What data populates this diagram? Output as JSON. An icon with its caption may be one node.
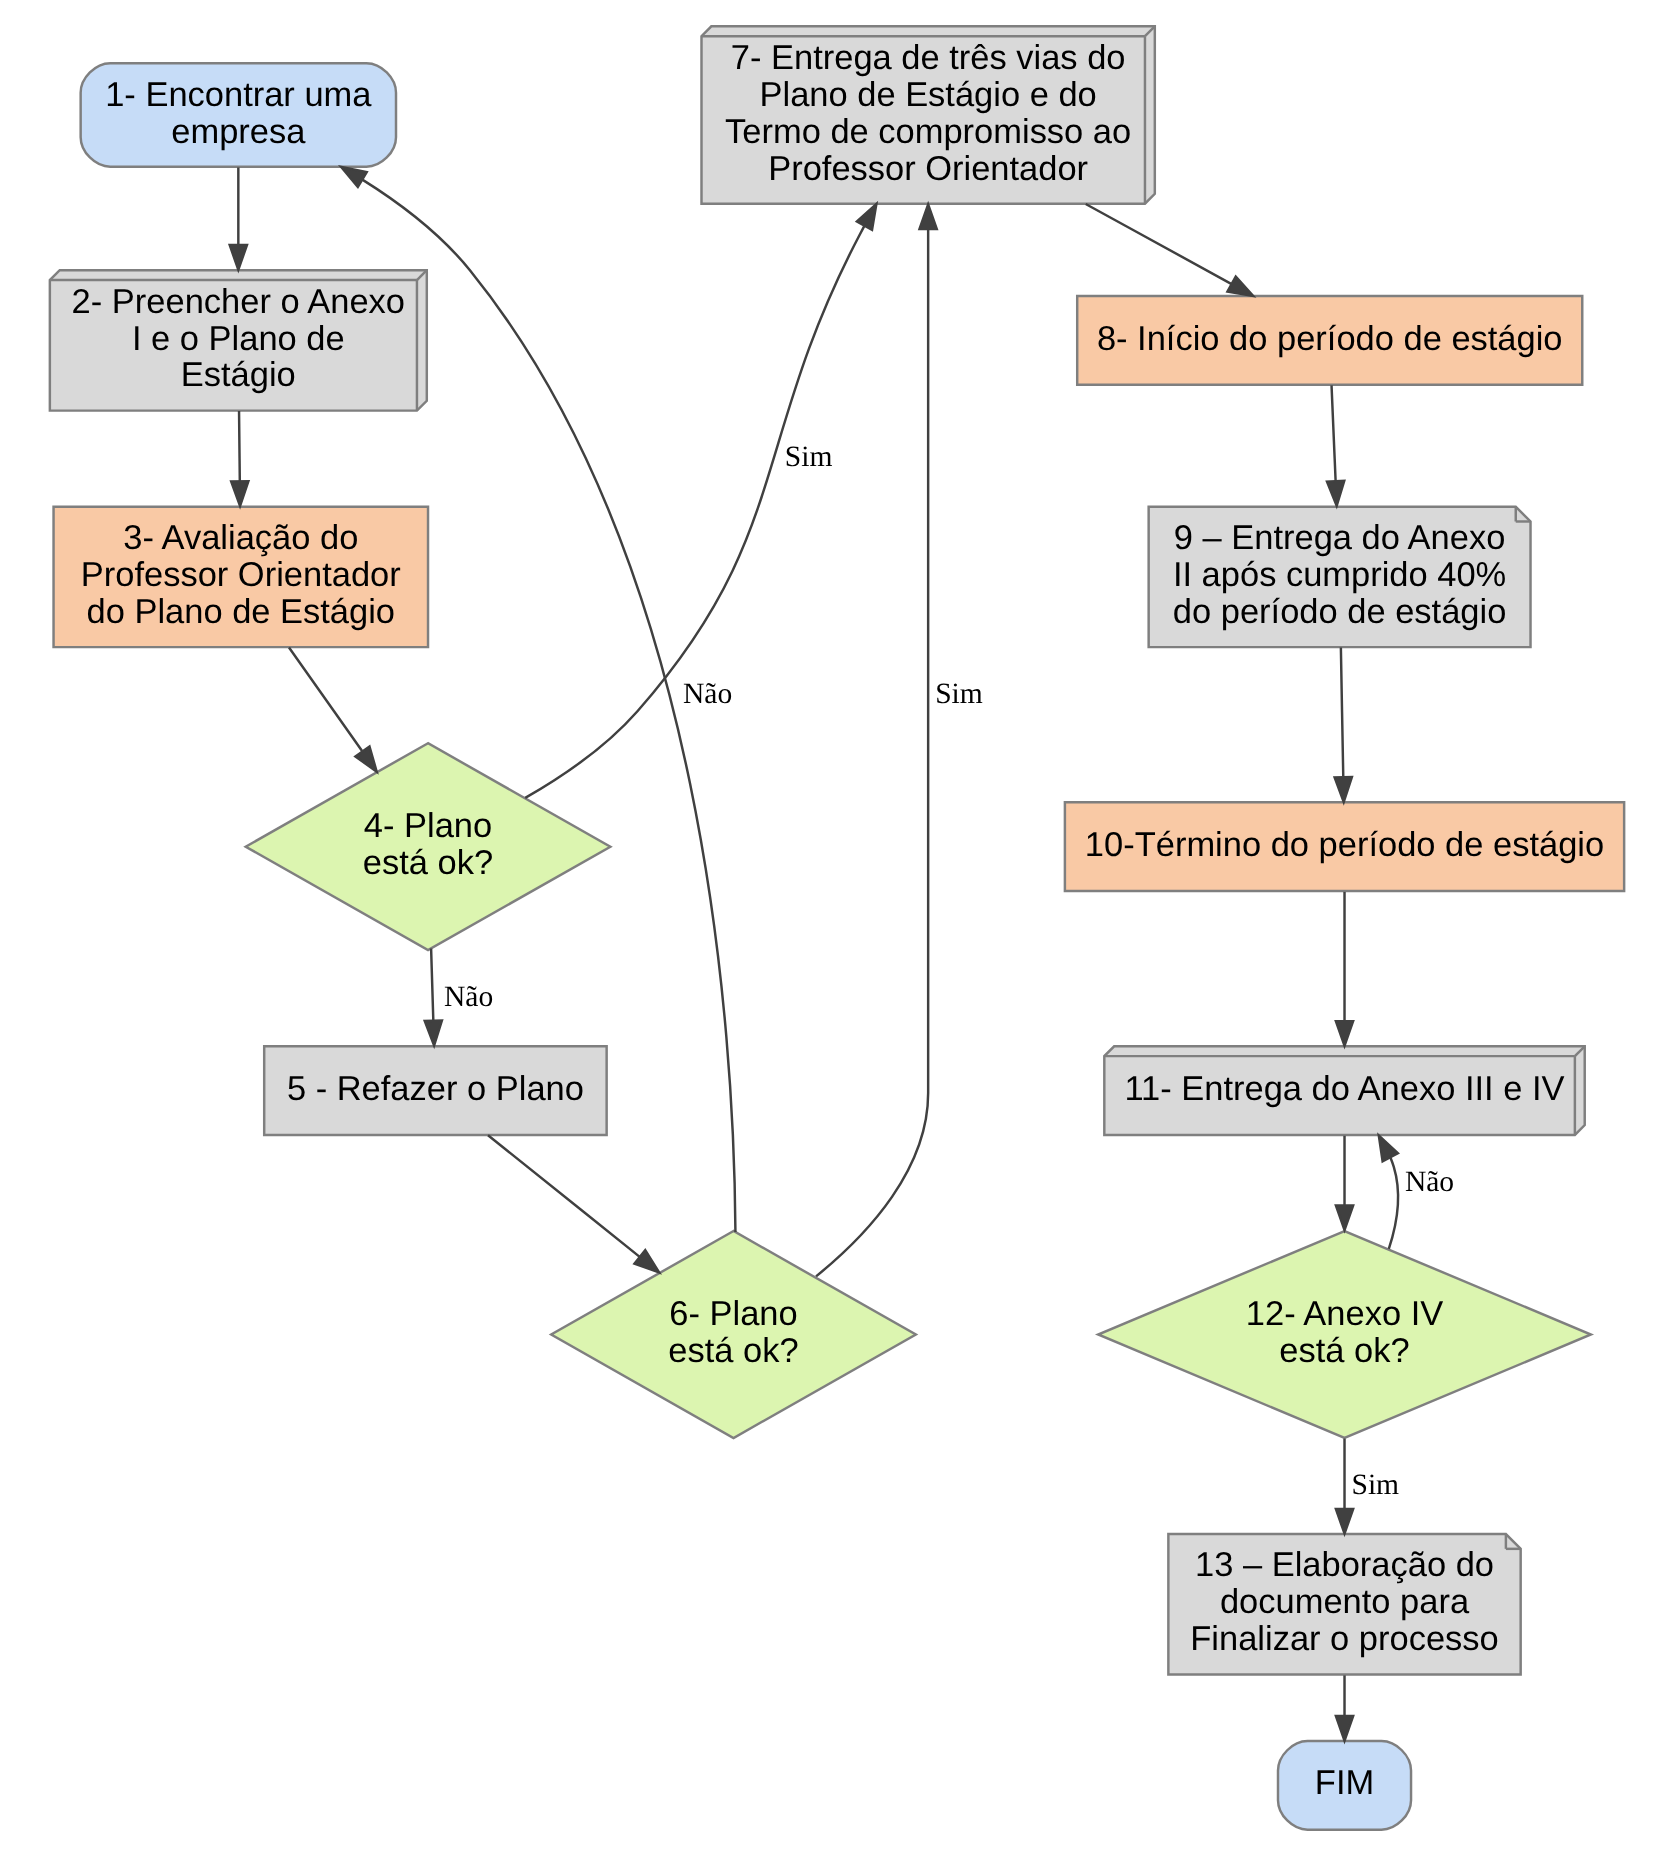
{
  "diagram": {
    "nodes": [
      {
        "text": [
          "1- Encontrar uma empresa"
        ]
      },
      {
        "text": [
          "2- Preencher o Anexo I e o Plano de Estágio"
        ]
      },
      {
        "text": [
          "3- Avaliação do Professor Orientador  do Plano de Estágio"
        ]
      },
      {
        "text": [
          "4- Plano está ok?"
        ]
      },
      {
        "text": [
          "5 - Refazer o Plano"
        ]
      },
      {
        "text": [
          "6- Plano está ok?"
        ]
      },
      {
        "text": [
          "7- Entrega de três vias do Plano de Estágio e do Termo de compromisso ao Professor Orientador"
        ]
      },
      {
        "text": [
          "8- Início do período de estágio"
        ]
      },
      {
        "text": [
          "9 – Entrega do Anexo II após cumprido 40% do período de estágio"
        ]
      },
      {
        "text": [
          "10-Término do período de estágio"
        ]
      },
      {
        "text": [
          "11- Entrega do Anexo III e IV"
        ]
      },
      {
        "text": [
          "12- Anexo IV está ok?"
        ]
      },
      {
        "text": [
          "13 – Elaboração do documento para Finalizar o processo"
        ]
      },
      {
        "text": [
          "FIM"
        ]
      }
    ],
    "edges": [
      {
        "from": 0,
        "to": 1,
        "arrow": "to"
      },
      {
        "from": 1,
        "to": 2,
        "arrow": "to"
      },
      {
        "from": 2,
        "to": 3,
        "arrow": "to"
      },
      {
        "from": 3,
        "to": 6,
        "arrow": "to",
        "label": "Sim"
      },
      {
        "from": 3,
        "to": 4,
        "arrow": "to",
        "label": "Não"
      },
      {
        "from": 4,
        "to": 5,
        "arrow": "to"
      },
      {
        "from": 5,
        "to": 6,
        "arrow": "to",
        "label": "Sim"
      },
      {
        "from": 5,
        "to": 0,
        "arrow": "to",
        "label": "Não"
      },
      {
        "from": 6,
        "to": 7,
        "arrow": "to"
      },
      {
        "from": 7,
        "to": 8,
        "arrow": "to"
      },
      {
        "from": 8,
        "to": 9,
        "arrow": "to"
      },
      {
        "from": 9,
        "to": 10,
        "arrow": "to"
      },
      {
        "from": 10,
        "to": 11,
        "arrow": "to"
      },
      {
        "from": 11,
        "to": 10,
        "arrow": "to",
        "label": "Não"
      },
      {
        "from": 11,
        "to": 12,
        "arrow": "to",
        "label": "Sim"
      },
      {
        "from": 12,
        "to": 13,
        "arrow": "to"
      }
    ]
  }
}
